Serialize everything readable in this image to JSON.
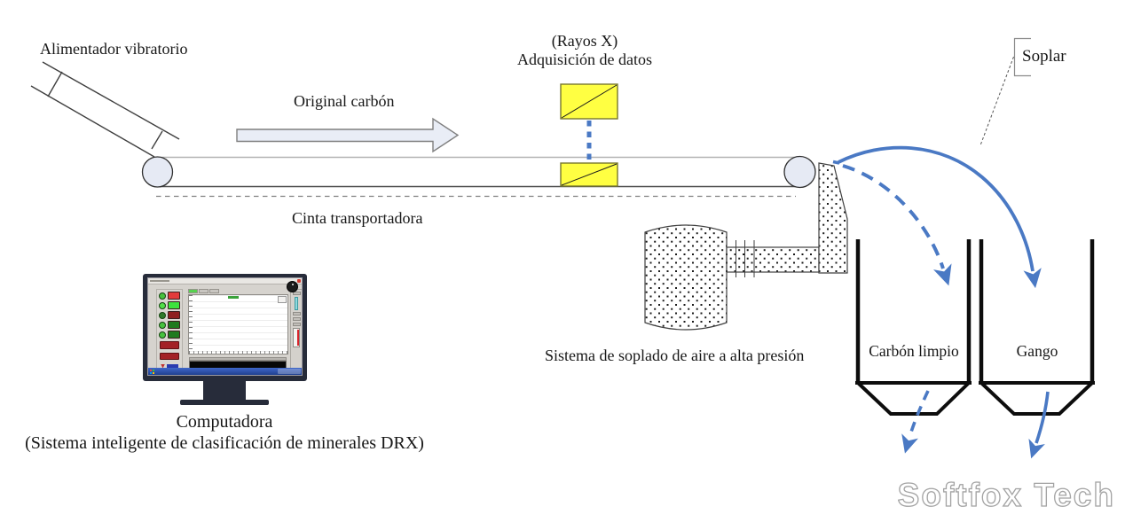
{
  "colors": {
    "flow": "#4a79c4",
    "yellow": "#ffff42",
    "ink": "#171717",
    "bezel": "#272c3a"
  },
  "labels": {
    "feeder": "Alimentador vibratorio",
    "original_coal": "Original carbón",
    "xray_title": "(Rayos X)",
    "xray_subtitle": "Adquisición de datos",
    "blow": "Soplar",
    "conveyor": "Cinta transportadora",
    "air_system": "Sistema de soplado de aire a alta presión",
    "clean_coal_bin": "Carbón limpio",
    "gangue_bin": "Gango",
    "computer_title": "Computadora",
    "computer_subtitle": "(Sistema inteligente de clasificación de minerales DRX)"
  },
  "watermark": "Softfox Tech"
}
